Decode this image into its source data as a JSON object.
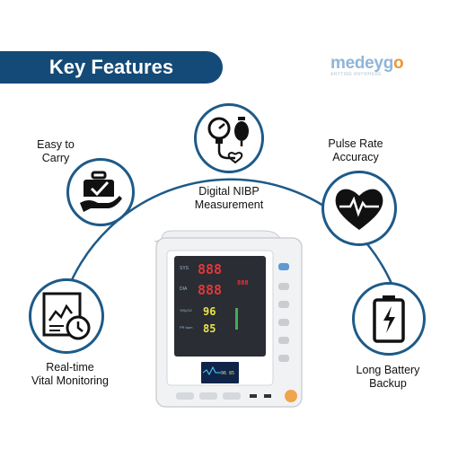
{
  "header": {
    "title": "Key Features"
  },
  "brand": {
    "logo_text_main": "medeyg",
    "logo_text_accent": "o",
    "logo_tagline": "ANYTIME ANYWHERE"
  },
  "features": [
    {
      "id": "easy-carry",
      "line1": "Easy to",
      "line2": "Carry",
      "icon": "carry-case-hand-icon"
    },
    {
      "id": "nibp",
      "line1": "Digital NIBP",
      "line2": "Measurement",
      "icon": "blood-pressure-gauge-icon"
    },
    {
      "id": "pulse",
      "line1": "Pulse Rate",
      "line2": "Accuracy",
      "icon": "heart-pulse-icon"
    },
    {
      "id": "monitoring",
      "line1": "Real-time",
      "line2": "Vital Monitoring",
      "icon": "monitoring-chart-clock-icon"
    },
    {
      "id": "battery",
      "line1": "Long Battery",
      "line2": "Backup",
      "icon": "battery-bolt-icon"
    }
  ],
  "device": {
    "sys_label": "SYS",
    "dia_label": "DIA",
    "spo2_label": "%SpO2",
    "pr_label": "PR bpm",
    "sys_value": "888",
    "dia_value": "888",
    "map_value": "888",
    "spo2_value": "96",
    "pr_value": "85",
    "screen_value": "96 85"
  },
  "colors": {
    "banner": "#144a77",
    "ring": "#1d5a88",
    "accent": "#f19533"
  }
}
